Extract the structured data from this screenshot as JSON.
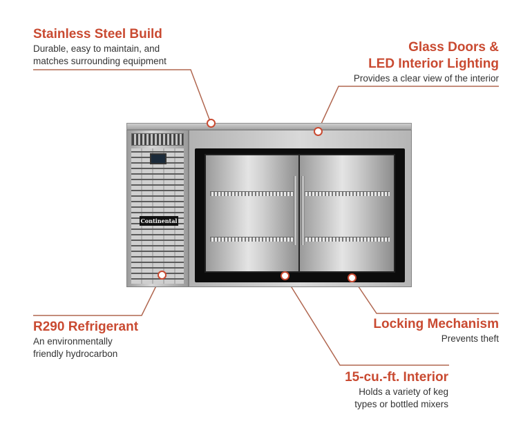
{
  "callouts": {
    "stainless": {
      "title": "Stainless Steel Build",
      "description": "Durable, easy to maintain, and\nmatches surrounding equipment"
    },
    "glass": {
      "title": "Glass Doors &\nLED Interior Lighting",
      "description": "Provides a clear view of the interior"
    },
    "r290": {
      "title": "R290 Refrigerant",
      "description": "An environmentally\nfriendly hydrocarbon"
    },
    "locking": {
      "title": "Locking Mechanism",
      "description": "Prevents theft"
    },
    "interior": {
      "title": "15-cu.-ft. Interior",
      "description": "Holds a variety of keg\ntypes or bottled mixers"
    }
  },
  "product": {
    "brand_plate": "Continental",
    "image_name": "back-bar-refrigerator-sliding-glass-doors"
  },
  "colors": {
    "accent": "#c94a31",
    "text": "#333333",
    "background": "#ffffff"
  }
}
